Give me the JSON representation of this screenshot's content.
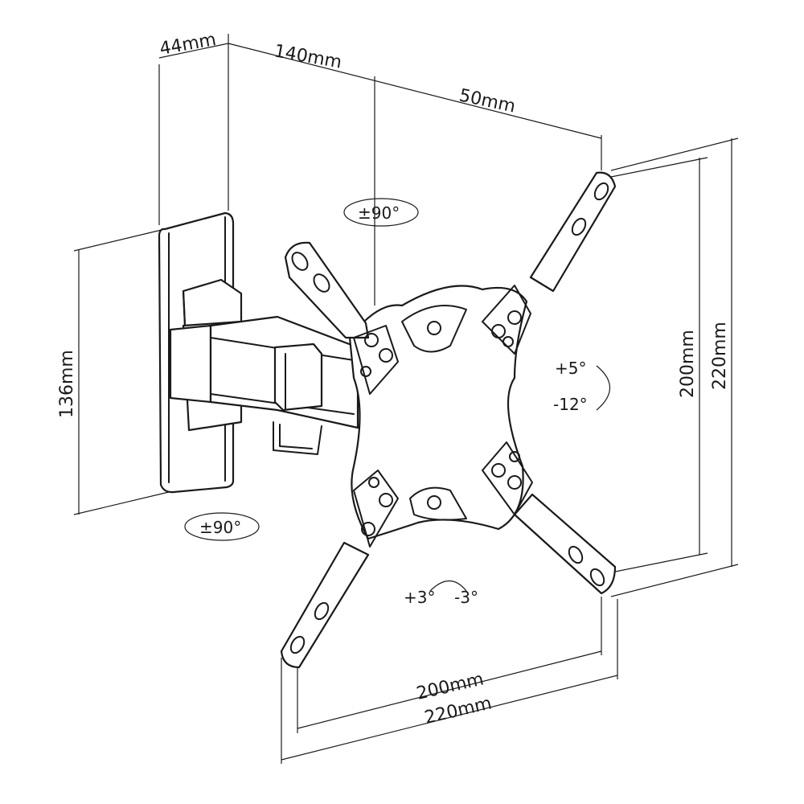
{
  "dimensions": {
    "wall_plate_depth": "44mm",
    "arm_reach": "140mm",
    "plate_offset": "50mm",
    "wall_plate_height": "136mm",
    "vesa_vertical_inner": "200mm",
    "vesa_vertical_outer": "220mm",
    "vesa_horizontal_inner": "200mm",
    "vesa_horizontal_outer": "220mm"
  },
  "rotations": {
    "arm_swivel": "±90°",
    "wall_swivel": "±90°",
    "tilt_up": "+5°",
    "tilt_down": "-12°",
    "rotation_left": "+3°",
    "rotation_right": "-3°"
  },
  "colors": {
    "line": "#1a1a1a",
    "background": "#ffffff"
  }
}
